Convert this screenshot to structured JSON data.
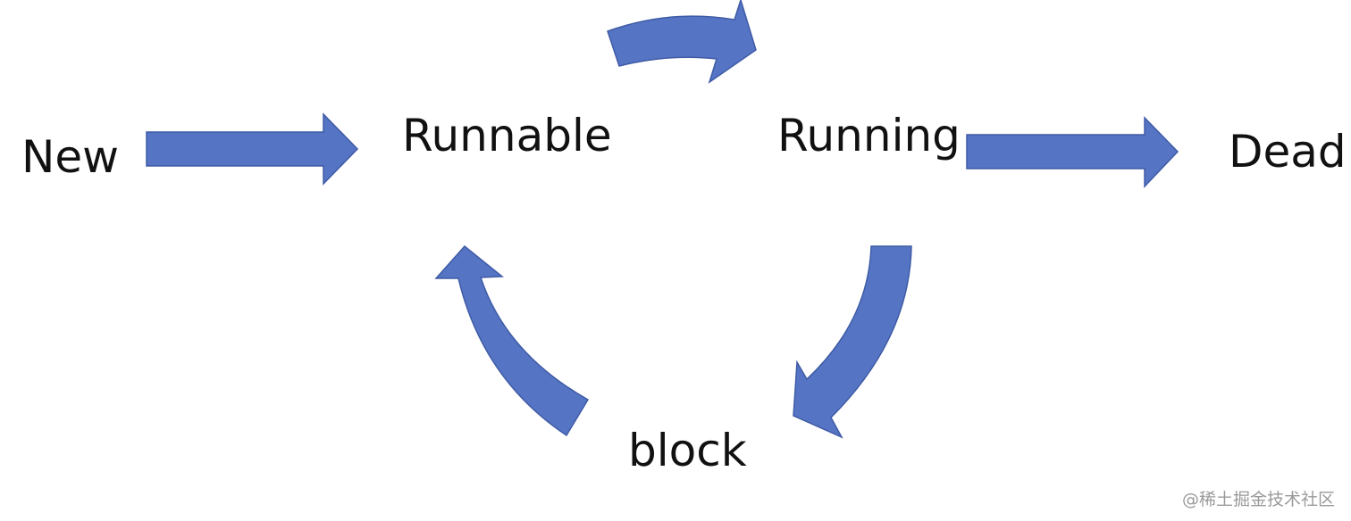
{
  "diagram": {
    "states": {
      "new": "New",
      "runnable": "Runnable",
      "running": "Running",
      "dead": "Dead",
      "block": "block"
    },
    "transitions": [
      {
        "from": "New",
        "to": "Runnable"
      },
      {
        "from": "Runnable",
        "to": "Running"
      },
      {
        "from": "Running",
        "to": "Dead"
      },
      {
        "from": "Running",
        "to": "block"
      },
      {
        "from": "block",
        "to": "Runnable"
      }
    ],
    "arrow_color": "#5574C3",
    "arrow_stroke": "#3F5BA6",
    "text_color": "#111111"
  },
  "watermark": {
    "text": "@稀土掘金技术社区"
  }
}
